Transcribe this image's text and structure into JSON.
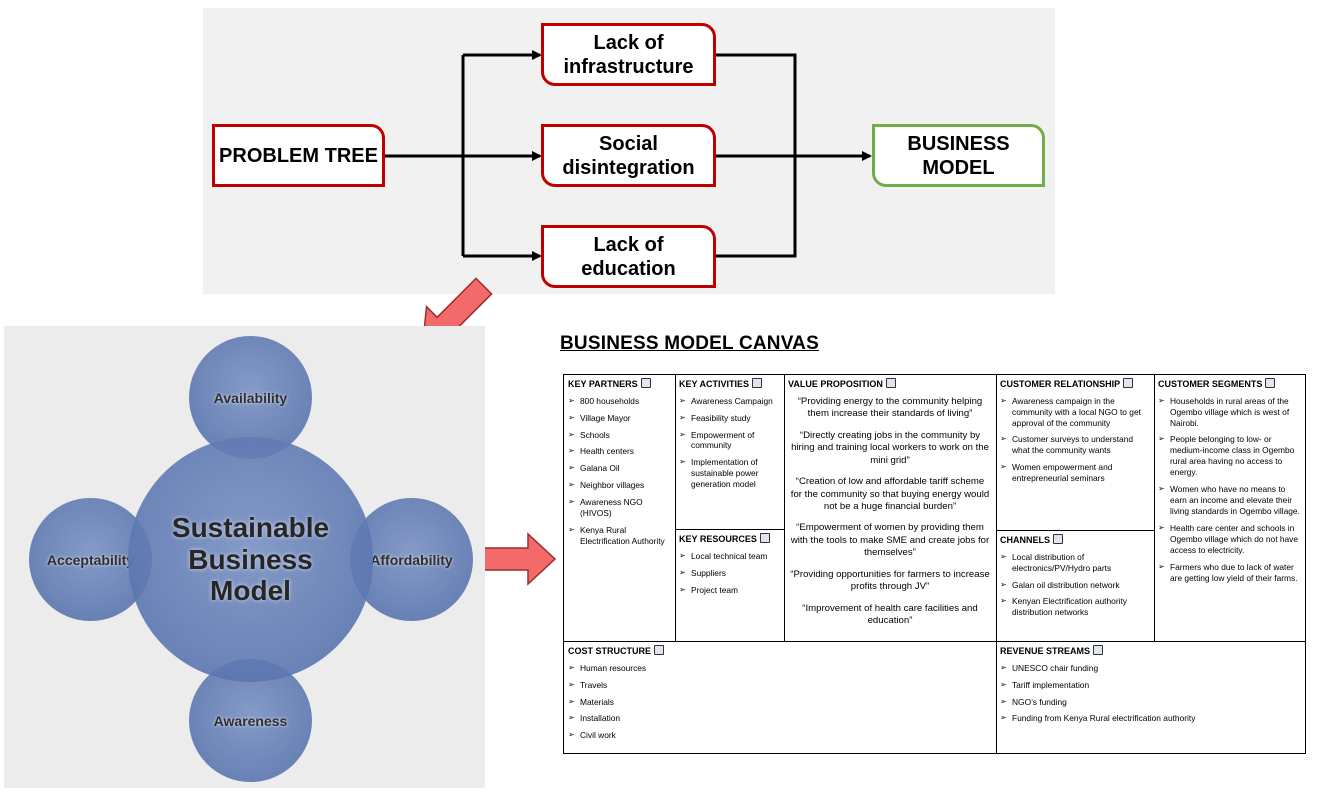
{
  "problem_tree": {
    "root": "PROBLEM TREE",
    "branches": [
      "Lack of\ninfrastructure",
      "Social\ndisintegration",
      "Lack of\neducation"
    ],
    "result": "BUSINESS\nMODEL",
    "colors": {
      "problem_border": "#c00000",
      "result_border": "#70ad47",
      "panel_bg": "#f1f1f1"
    }
  },
  "sustainable_model": {
    "center": "Sustainable\nBusiness\nModel",
    "top": "Availability",
    "left": "Acceptability",
    "right": "Affordability",
    "bottom": "Awareness",
    "circle_color": "#5c77b0"
  },
  "arrows": {
    "color": "#f26a6a"
  },
  "canvas": {
    "title": "BUSINESS MODEL CANVAS",
    "key_partners": {
      "header": "KEY PARTNERS",
      "items": [
        "800 households",
        "Village Mayor",
        "Schools",
        "Health centers",
        "Galana Oil",
        "Neighbor villages",
        "Awareness NGO (HIVOS)",
        "Kenya Rural Electrification Authority"
      ]
    },
    "key_activities": {
      "header": "KEY ACTIVITIES",
      "items": [
        "Awareness Campaign",
        "Feasibility study",
        "Empowerment of community",
        "Implementation of sustainable power generation model"
      ]
    },
    "key_resources": {
      "header": "KEY RESOURCES",
      "items": [
        "Local technical team",
        "Suppliers",
        "Project team"
      ]
    },
    "value_proposition": {
      "header": "VALUE PROPOSITION",
      "items": [
        "“Providing energy to the community helping them increase their standards of living”",
        "“Directly creating jobs in the community by hiring and training local workers to work on the mini grid”",
        "“Creation of low and affordable tariff scheme for the community so that buying energy would not be a huge financial burden”",
        "“Empowerment of women by providing them with the tools to make SME and create jobs for themselves”",
        "“Providing opportunities for farmers to increase profits through JV”",
        "“Improvement of health care facilities and education”"
      ]
    },
    "customer_relationship": {
      "header": "CUSTOMER RELATIONSHIP",
      "items": [
        "Awareness campaign in the community with a local NGO to get approval of the community",
        "Customer surveys to understand what the community wants",
        "Women empowerment and entrepreneurial seminars"
      ]
    },
    "channels": {
      "header": "CHANNELS",
      "items": [
        "Local distribution of electronics/PV/Hydro parts",
        "Galan oil distribution network",
        "Kenyan Electrification authority distribution networks"
      ]
    },
    "customer_segments": {
      "header": "CUSTOMER SEGMENTS",
      "items": [
        "Households in rural areas of the Ogembo village which is west of Nairobi.",
        "People belonging to low- or medium-income class in Ogembo rural area having no access to energy.",
        "Women who have no means to earn an income and elevate their living standards in Ogembo village.",
        "Health care center  and schools in Ogembo village which do not have access to electricity.",
        "Farmers who due to lack of water are getting low yield of their farms."
      ]
    },
    "cost_structure": {
      "header": "COST STRUCTURE",
      "items": [
        "Human resources",
        "Travels",
        "Materials",
        "Installation",
        "Civil work"
      ]
    },
    "revenue_streams": {
      "header": "REVENUE STREAMS",
      "items": [
        "UNESCO chair funding",
        "Tariff implementation",
        "NGO’s funding",
        "Funding from Kenya Rural electrification authority"
      ]
    }
  }
}
